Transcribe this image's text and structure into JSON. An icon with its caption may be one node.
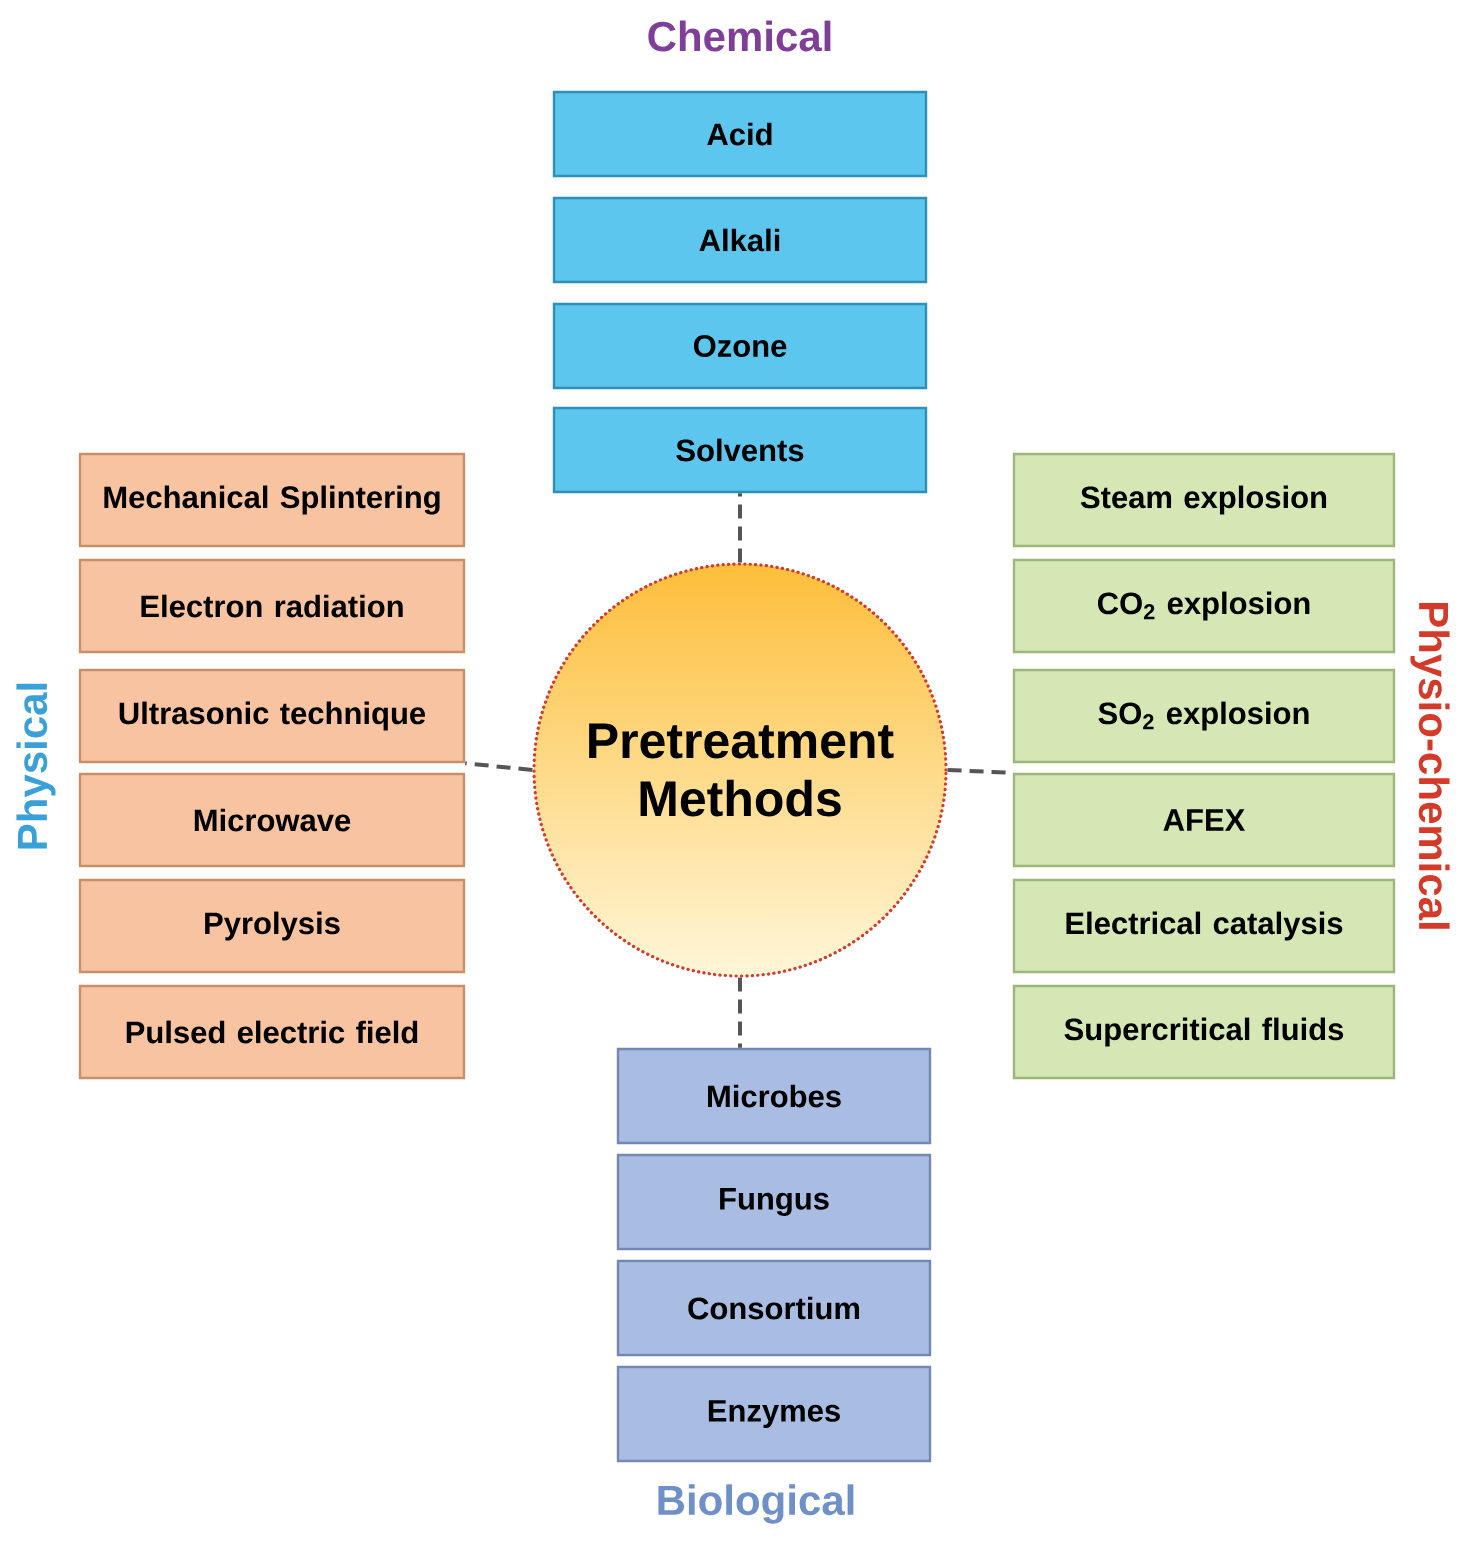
{
  "diagram": {
    "nodes": [
      {
        "text": [
          "Acid"
        ]
      },
      {
        "text": [
          "Alkali"
        ]
      },
      {
        "text": [
          "Ozone"
        ]
      },
      {
        "text": [
          "Solvents"
        ]
      },
      {
        "text": [
          "Mechanical Splintering"
        ]
      },
      {
        "text": [
          "Electron radiation"
        ]
      },
      {
        "text": [
          "Ultrasonic technique"
        ]
      },
      {
        "text": [
          "Microwave"
        ]
      },
      {
        "text": [
          "Pyrolysis"
        ]
      },
      {
        "text": [
          "Pulsed electric field"
        ]
      },
      {
        "text": [
          "Pretreatment Methods"
        ]
      },
      {
        "text": [
          "Steam explosion"
        ]
      },
      {
        "text": [
          "CO$_{2}$ explosion"
        ]
      },
      {
        "text": [
          "SO$_{2}$ explosion"
        ]
      },
      {
        "text": [
          "AFEX"
        ]
      },
      {
        "text": [
          "Electrical catalysis"
        ]
      },
      {
        "text": [
          "Supercritical fluids"
        ]
      },
      {
        "text": [
          "Microbes"
        ]
      },
      {
        "text": [
          "Fungus"
        ]
      },
      {
        "text": [
          "Consortium"
        ]
      },
      {
        "text": [
          "Enzymes"
        ]
      }
    ],
    "edges": [
      {
        "from": 10,
        "to": 3,
        "arrow": "none"
      },
      {
        "from": 10,
        "to": 6,
        "arrow": "none"
      },
      {
        "from": 10,
        "to": 14,
        "arrow": "none"
      },
      {
        "from": 10,
        "to": 17,
        "arrow": "none"
      }
    ],
    "labels": [
      "Chemical",
      "Physical",
      "Physio-chemical",
      "Biological"
    ]
  }
}
